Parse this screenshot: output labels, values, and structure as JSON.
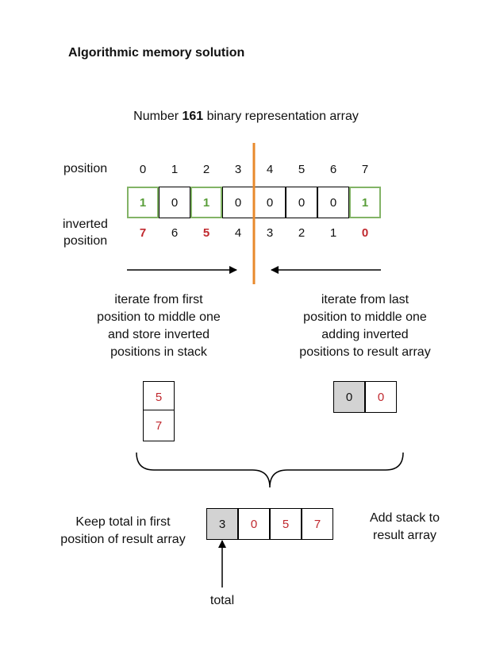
{
  "title": "Algorithmic memory solution",
  "subtitle": {
    "prefix": "Number ",
    "number": "161",
    "suffix": " binary representation array"
  },
  "labels": {
    "position": "position",
    "inverted_line1": "inverted",
    "inverted_line2": "position"
  },
  "positions": [
    "0",
    "1",
    "2",
    "3",
    "4",
    "5",
    "6",
    "7"
  ],
  "bits": [
    "1",
    "0",
    "1",
    "0",
    "0",
    "0",
    "0",
    "1"
  ],
  "inverted_positions": [
    "7",
    "6",
    "5",
    "4",
    "3",
    "2",
    "1",
    "0"
  ],
  "descriptions": {
    "left": "iterate from first\nposition to middle one\nand store inverted\npositions in stack",
    "right": "iterate from last\nposition to middle one\nadding inverted\npositions to result array",
    "keep_total": "Keep total in first\nposition of result array",
    "add_stack": "Add stack to\nresult array",
    "total": "total"
  },
  "stack": [
    "5",
    "7"
  ],
  "partial_result": [
    "0",
    "0"
  ],
  "final_result": [
    "3",
    "0",
    "5",
    "7"
  ],
  "colors": {
    "green": "#82b366",
    "red": "#c0282e",
    "orange": "#e8892b",
    "gray": "#d3d3d3"
  }
}
